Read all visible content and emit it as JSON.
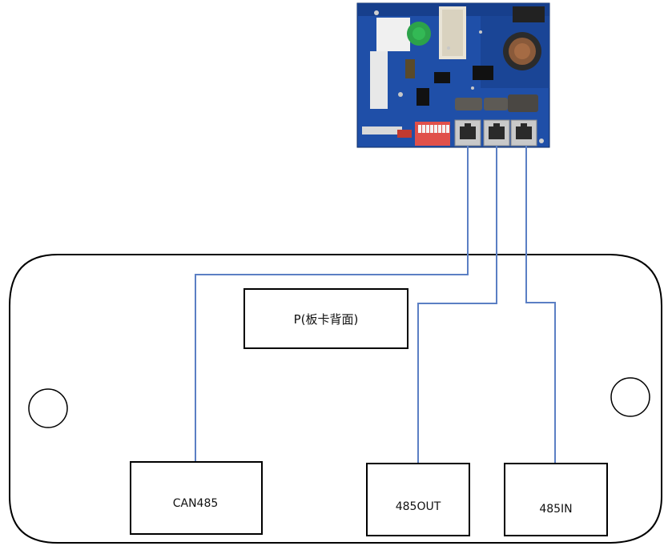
{
  "diagram": {
    "boxes": {
      "p_back": "P(板卡背面)",
      "can485": "CAN485",
      "out485": "485OUT",
      "in485": "485IN"
    },
    "photo": {
      "subject": "circuit board with three RJ45 ports and red DIP switch"
    },
    "colors": {
      "wire": "#5b7fc4",
      "outline": "#000000",
      "board": "#1f4fa8",
      "board_dark": "#143a80",
      "port": "#c9c9c9",
      "dip_switch": "#e0504a"
    }
  }
}
